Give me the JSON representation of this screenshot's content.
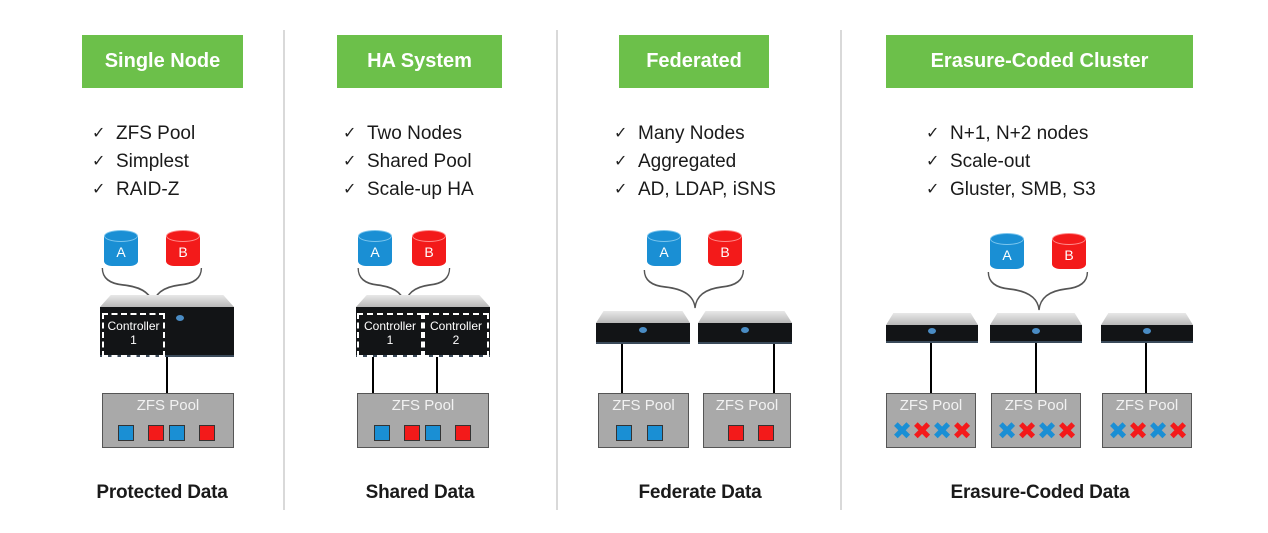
{
  "colors": {
    "accent_green": "#6cc04a",
    "disk_blue": "#1a8fd4",
    "disk_red": "#f31a1a",
    "pool_gray": "#a9a9a9"
  },
  "columns": [
    {
      "title": "Single Node",
      "features": [
        "ZFS Pool",
        "Simplest",
        "RAID-Z"
      ],
      "disks": [
        "A",
        "B"
      ],
      "controllers": [
        "Controller\n1"
      ],
      "pools": [
        {
          "label": "ZFS Pool",
          "blocks": [
            "blue",
            "red",
            "blue",
            "red"
          ]
        }
      ],
      "footer": "Protected Data"
    },
    {
      "title": "HA System",
      "features": [
        "Two Nodes",
        "Shared Pool",
        "Scale-up HA"
      ],
      "disks": [
        "A",
        "B"
      ],
      "controllers": [
        "Controller\n1",
        "Controller\n2"
      ],
      "pools": [
        {
          "label": "ZFS Pool",
          "blocks": [
            "blue",
            "red",
            "blue",
            "red"
          ]
        }
      ],
      "footer": "Shared Data"
    },
    {
      "title": "Federated",
      "features": [
        "Many Nodes",
        "Aggregated",
        "AD, LDAP, iSNS"
      ],
      "disks": [
        "A",
        "B"
      ],
      "pools": [
        {
          "label": "ZFS Pool",
          "blocks": [
            "blue",
            "blue"
          ]
        },
        {
          "label": "ZFS Pool",
          "blocks": [
            "red",
            "red"
          ]
        }
      ],
      "footer": "Federate Data"
    },
    {
      "title": "Erasure-Coded Cluster",
      "features": [
        "N+1, N+2 nodes",
        "Scale-out",
        "Gluster, SMB, S3"
      ],
      "disks": [
        "A",
        "B"
      ],
      "pools": [
        {
          "label": "ZFS Pool",
          "blocks": [
            "blue-x",
            "red-x",
            "blue-x",
            "red-x"
          ]
        },
        {
          "label": "ZFS Pool",
          "blocks": [
            "blue-x",
            "red-x",
            "blue-x",
            "red-x"
          ]
        },
        {
          "label": "ZFS Pool",
          "blocks": [
            "blue-x",
            "red-x",
            "blue-x",
            "red-x"
          ]
        }
      ],
      "footer": "Erasure-Coded Data"
    }
  ],
  "icons": {
    "check": "✓",
    "x_mark": "✖"
  }
}
